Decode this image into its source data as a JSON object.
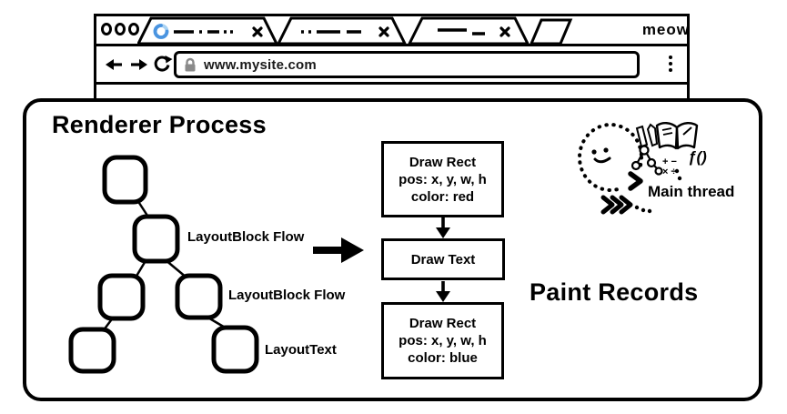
{
  "browser": {
    "logo": "meow",
    "url": "www.mysite.com",
    "icons": {
      "traffic_lights": "three-circle-window-buttons",
      "spinner": "blue-loading-spinner",
      "tab_close": "x-cross",
      "new_tab": "blank-tab-parallelogram",
      "back": "left-arrow",
      "forward": "right-arrow",
      "reload": "circular-arrow",
      "lock": "gray-padlock",
      "menu": "kebab-vertical-dots"
    }
  },
  "renderer": {
    "title": "Renderer Process",
    "tree": {
      "labels": [
        "LayoutBlock Flow",
        "LayoutBlock Flow",
        "LayoutText"
      ]
    },
    "paint": {
      "heading": "Paint Records",
      "boxes": [
        {
          "lines": [
            "Draw Rect",
            "pos: x, y, w, h",
            "color: red"
          ]
        },
        {
          "lines": [
            "Draw Text"
          ]
        },
        {
          "lines": [
            "Draw Rect",
            "pos: x, y, w, h",
            "color: blue"
          ]
        }
      ]
    },
    "main_thread": {
      "label": "Main thread",
      "math_row1": "+ −",
      "math_row2": "× ÷",
      "fn": "ƒ()"
    }
  },
  "colors": {
    "ink": "#000000",
    "spinner_blue": "#4a94e0",
    "spinner_blue_light": "#a9d2f3",
    "lock_gray": "#8a8a8a"
  }
}
